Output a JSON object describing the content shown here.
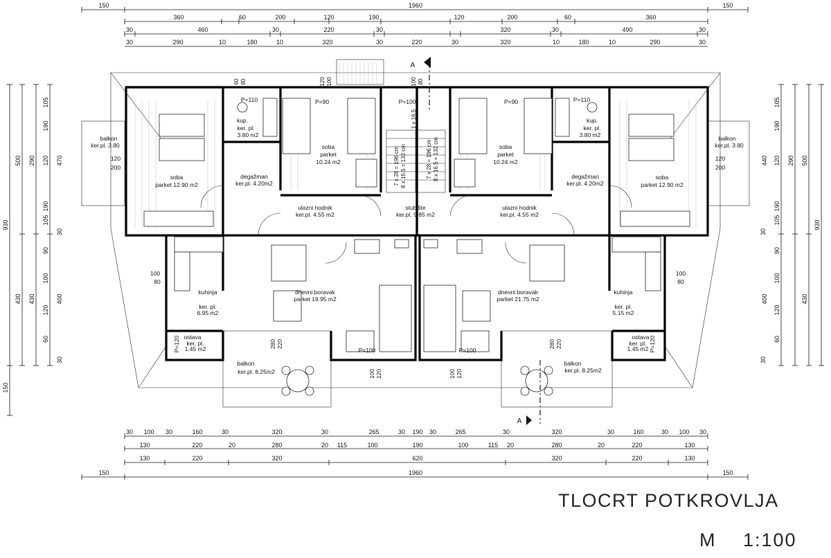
{
  "title": "TLOCRT  POTKROVLJA",
  "scale_label": "M",
  "scale_value": "1:100",
  "section_marker": "A",
  "dims": {
    "top_row1": [
      "150",
      "1960",
      "150"
    ],
    "top_row2": [
      "360",
      "60",
      "200",
      "120",
      "190",
      "120",
      "200",
      "60",
      "360"
    ],
    "top_row3": [
      "30",
      "460",
      "30",
      "220",
      "30",
      "320",
      "30",
      "490",
      "30"
    ],
    "top_row4": [
      "30",
      "290",
      "10",
      "180",
      "10",
      "320",
      "30",
      "220",
      "30",
      "320",
      "10",
      "180",
      "10",
      "290",
      "30"
    ],
    "bottom_row1": [
      "30",
      "100",
      "30",
      "160",
      "30",
      "320",
      "30",
      "265",
      "30",
      "190",
      "30",
      "265",
      "30",
      "320",
      "30",
      "160",
      "30",
      "100",
      "30"
    ],
    "bottom_row2": [
      "130",
      "220",
      "20",
      "280",
      "20",
      "115",
      "100",
      "190",
      "100",
      "115",
      "20",
      "280",
      "20",
      "220",
      "130"
    ],
    "bottom_row3": [
      "130",
      "220",
      "320",
      "620",
      "320",
      "220",
      "130"
    ],
    "bottom_row4": [
      "150",
      "1960",
      "150"
    ],
    "left_col1": [
      "105",
      "190",
      "120",
      "190",
      "105",
      "30",
      "90",
      "100",
      "400",
      "120",
      "60",
      "30"
    ],
    "left_col2": [
      "470",
      "290",
      "430"
    ],
    "left_col3": [
      "500",
      "430"
    ],
    "left_col4": [
      "930",
      "150"
    ],
    "right_col1": [
      "105",
      "190",
      "120",
      "190",
      "105",
      "30",
      "90",
      "100",
      "120",
      "60",
      "30"
    ],
    "right_col2": [
      "440",
      "290",
      "400"
    ],
    "right_col3": [
      "500",
      "430"
    ],
    "right_col4": [
      "930"
    ]
  },
  "rooms": {
    "left": {
      "balkon_top": {
        "name": "balkon",
        "area": "ker.pl. 3.80"
      },
      "soba_big": {
        "name": "soba",
        "area": "parket 12.90 m2"
      },
      "kupaona": {
        "name": "kup.",
        "area1": "ker. pl.",
        "area2": "3.80 m2"
      },
      "degazman": {
        "name": "degažman",
        "area": "ker.pl. 4.20m2"
      },
      "soba_small": {
        "name": "soba",
        "area1": "parket",
        "area2": "10.24 m2"
      },
      "hodnik": {
        "name": "ulazni hodnik",
        "area": "ker.pl. 4.55 m2"
      },
      "kuhinja": {
        "name": "kuhinja",
        "area1": "ker. pl.",
        "area2": "6.95 m2"
      },
      "ostava": {
        "name": "ostava",
        "area1": "ker. pl.",
        "area2": "1.45 m2"
      },
      "boravak": {
        "name": "dnevni boravak",
        "area": "parket 19.95 m2"
      },
      "balkon_bottom": {
        "name": "balkon",
        "area": "ker.pl. 8.25m2"
      }
    },
    "stair": {
      "name": "stubište",
      "area": "ker.pl. 9.85 m2",
      "run1": "7 x 28 = 196 cm",
      "rise1": "8 x 16.5 = 132 cm",
      "run2": "7 x 28 = 196 cm",
      "rise2": "8 x 16.5 = 132 cm",
      "step": "1 x 16.5"
    },
    "right": {
      "balkon_top": {
        "name": "balkon",
        "area": "ker.pl. 3.80"
      },
      "soba_big": {
        "name": "soba",
        "area": "parket 12.90 m2"
      },
      "kupaona": {
        "name": "kup.",
        "area1": "ker. pl.",
        "area2": "3.80 m2"
      },
      "degazman": {
        "name": "degažman",
        "area": "ker.pl. 4.20m2"
      },
      "soba_small": {
        "name": "soba",
        "area1": "parket",
        "area2": "10.24 m2"
      },
      "hodnik": {
        "name": "ulazni hodnik",
        "area": "ker.pl. 4.55 m2"
      },
      "kuhinja": {
        "name": "kuhinja",
        "area1": "ker. pl.",
        "area2": "5.15 m2"
      },
      "ostava": {
        "name": "ostava",
        "area1": "ker. pl.",
        "area2": "1.45 m2"
      },
      "boravak": {
        "name": "dnevni boravak",
        "area": "parket 21.75 m2"
      },
      "balkon_bottom": {
        "name": "balkon",
        "area": "ker.pl. 8.25m2"
      }
    }
  },
  "openings": {
    "p110": "P=110",
    "p90": "P=90",
    "p100": "P=100",
    "p120": "P=120",
    "w120_200": [
      "120",
      "200"
    ],
    "w100_80": [
      "100",
      "80"
    ],
    "w280_220": [
      "280",
      "220"
    ],
    "w100_120": [
      "100",
      "120"
    ],
    "top_small": [
      "60",
      "80",
      "120",
      "100",
      "100",
      "80"
    ]
  }
}
